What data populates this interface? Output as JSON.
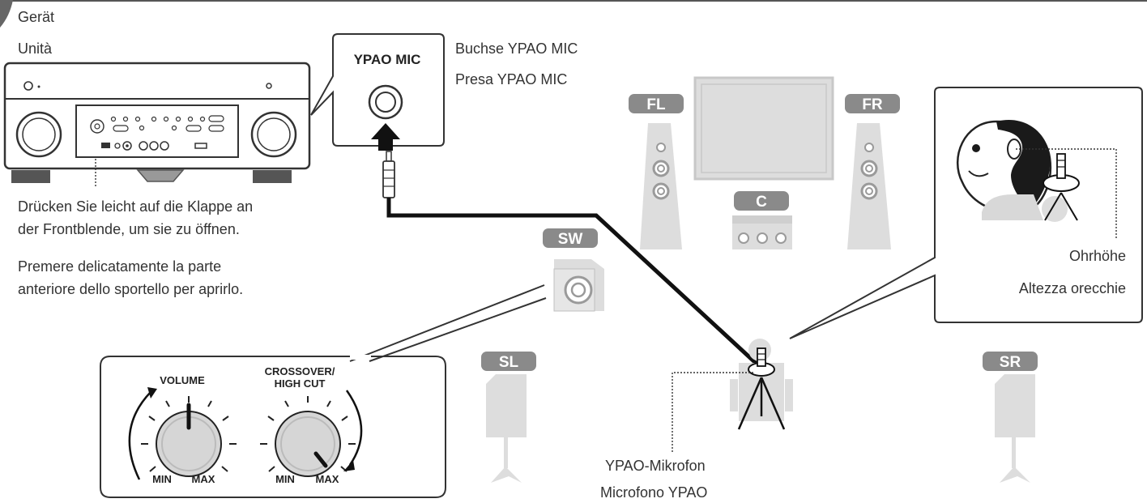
{
  "unit": {
    "title_de": "Gerät",
    "title_it": "Unità"
  },
  "mic_jack": {
    "panel_label": "YPAO MIC",
    "caption_de": "Buchse YPAO MIC",
    "caption_it": "Presa YPAO MIC"
  },
  "door_note": {
    "de_line1": "Drücken Sie leicht auf die Klappe an",
    "de_line2": "der Frontblende, um sie zu öffnen.",
    "it_line1": "Premere delicatamente la parte",
    "it_line2": "anteriore dello sportello per aprirlo."
  },
  "speakers": {
    "fl": "FL",
    "fr": "FR",
    "c": "C",
    "sw": "SW",
    "sl": "SL",
    "sr": "SR"
  },
  "subwoofer_knobs": {
    "volume": "VOLUME",
    "crossover_line1": "CROSSOVER/",
    "crossover_line2": "HIGH CUT",
    "min": "MIN",
    "max": "MAX"
  },
  "ear_height": {
    "de": "Ohrhöhe",
    "it": "Altezza orecchie"
  },
  "microphone": {
    "de": "YPAO-Mikrofon",
    "it": "Microfono YPAO"
  },
  "colors": {
    "badge": "#8a8a8a",
    "speaker_fill": "#dddddd",
    "speaker_stroke": "#9a9a9a",
    "line": "#111111",
    "text": "#333333"
  }
}
